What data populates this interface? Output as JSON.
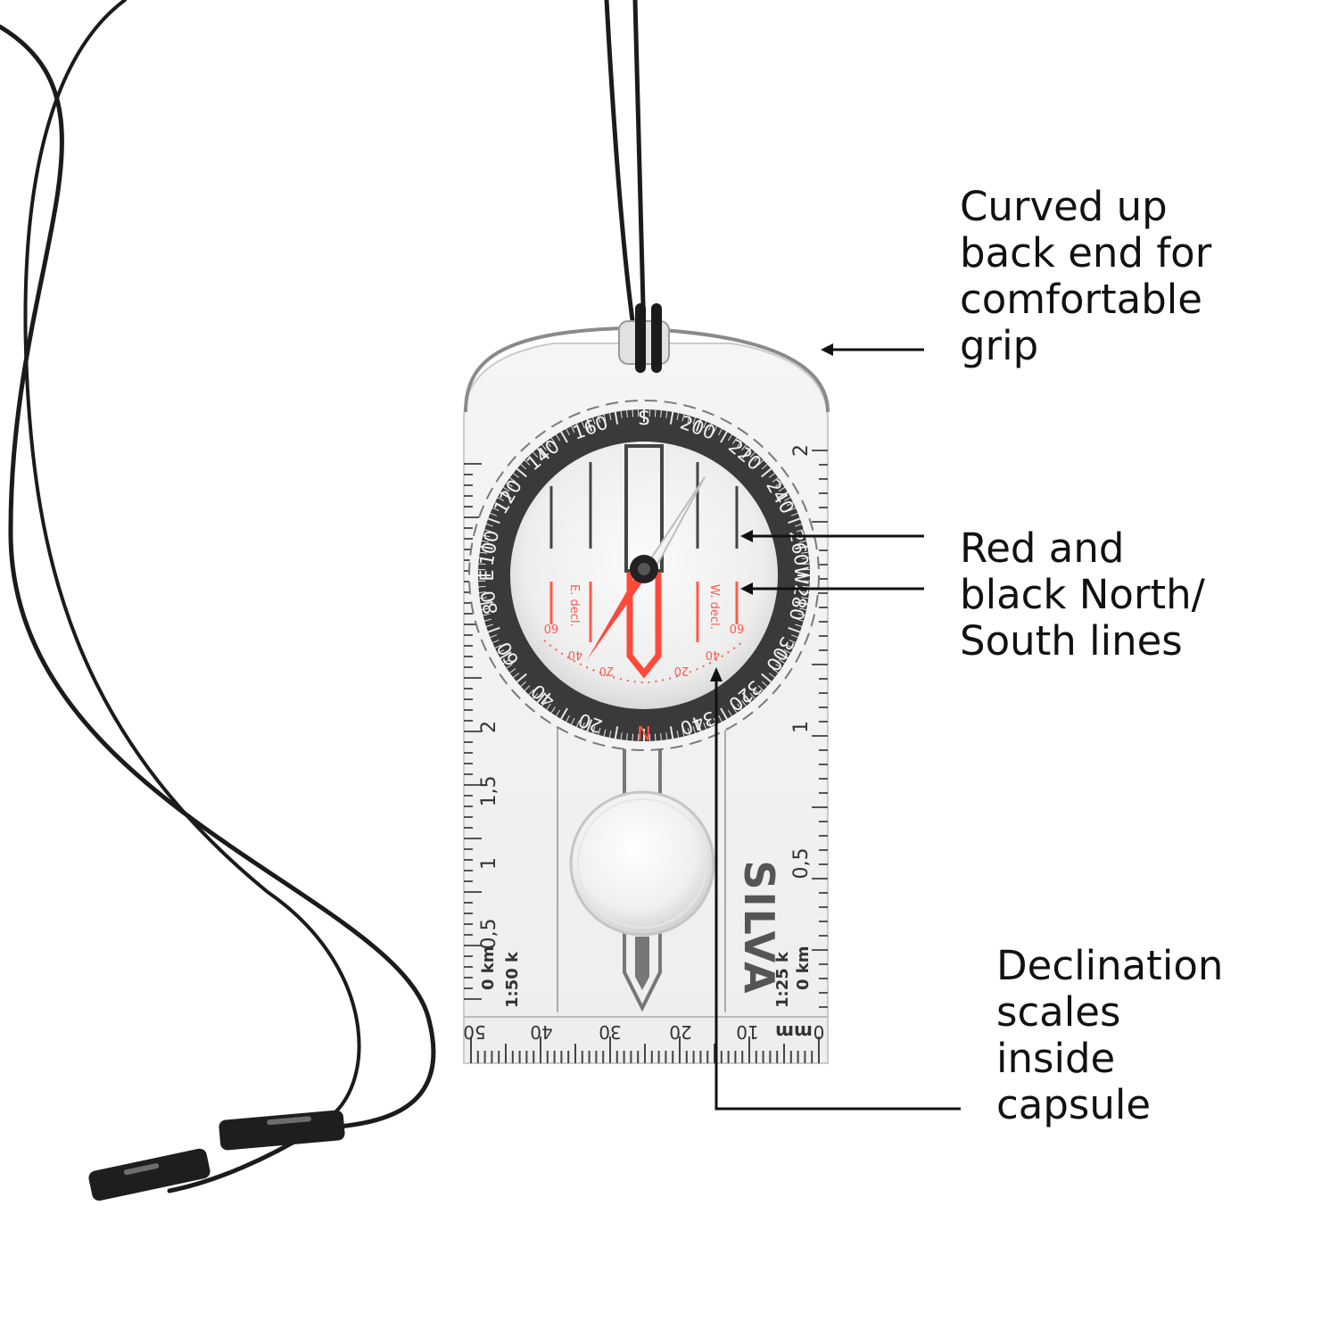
{
  "colors": {
    "background": "#ffffff",
    "cord": "#1b1b1b",
    "bezel": "#3a3a3a",
    "needle_red": "#ff4a3a",
    "needle_white": "#f4f4f4",
    "baseplate": "#f1f2f3",
    "text": "#111111"
  },
  "callouts": {
    "grip": {
      "lines": [
        "Curved up",
        "back end for",
        "comfortable",
        "grip"
      ]
    },
    "north_south_lines": {
      "lines": [
        "Red and",
        "black North/",
        "South lines"
      ]
    },
    "declination": {
      "lines": [
        "Declination",
        "scales",
        "inside",
        "capsule"
      ]
    }
  },
  "compass": {
    "brand": "SILVA",
    "dial_labels": [
      "S",
      "160",
      "140",
      "120",
      "100",
      "E",
      "80",
      "60",
      "40",
      "20",
      "N",
      "340",
      "320",
      "300",
      "280",
      "W",
      "260",
      "240",
      "220",
      "200"
    ],
    "declination": {
      "east_label": "E. decl.",
      "west_label": "W. decl.",
      "marks": [
        "20",
        "40",
        "60"
      ]
    },
    "left_scale": {
      "labels": [
        "2",
        "1,5",
        "1",
        "0,5"
      ],
      "zero_label": "0 km",
      "ratio_label": "1:50 k"
    },
    "right_scale": {
      "labels": [
        "2",
        "1",
        "0,5"
      ],
      "zero_label": "0 km",
      "ratio_label": "1:25 k"
    },
    "ruler": {
      "labels": [
        "50",
        "40",
        "30",
        "20",
        "10",
        "0"
      ],
      "unit": "mm"
    }
  }
}
